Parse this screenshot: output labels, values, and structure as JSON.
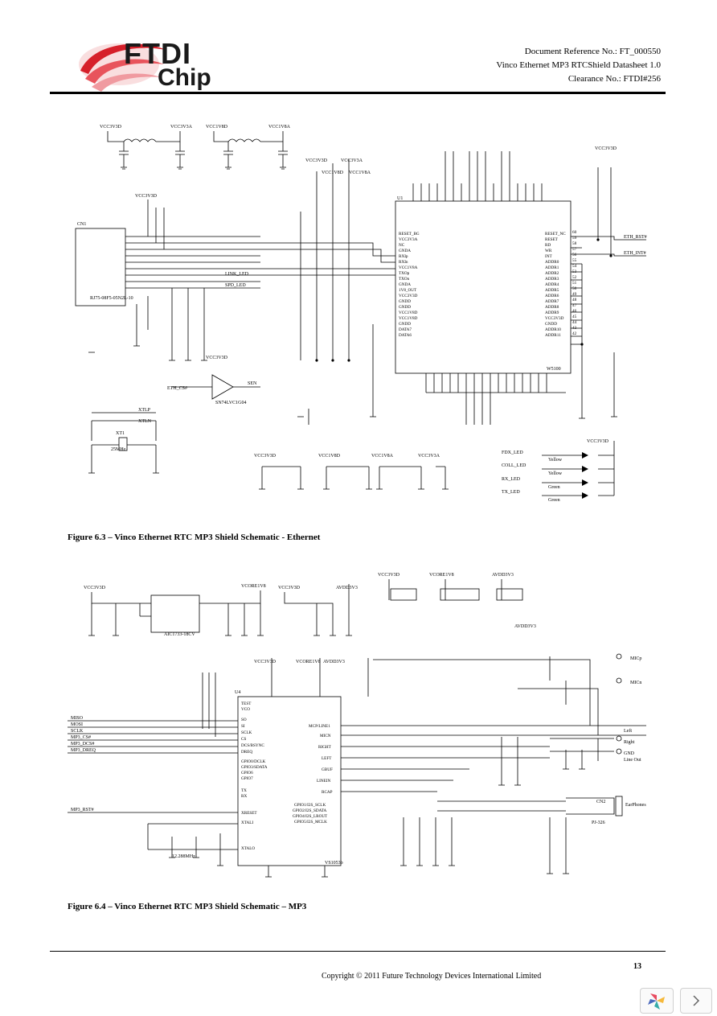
{
  "header": {
    "company": "FTDI",
    "company_sub": "Chip",
    "doc_ref": "Document Reference No.: FT_000550",
    "doc_title": "Vinco Ethernet MP3 RTCShield Datasheet 1.0",
    "clearance": "Clearance No.: FTDI#256"
  },
  "figures": [
    {
      "caption": "Figure 6.3 – Vinco Ethernet RTC MP3 Shield Schematic - Ethernet"
    },
    {
      "caption": "Figure 6.4 – Vinco Ethernet RTC MP3 Shield Schematic – MP3"
    }
  ],
  "eth": {
    "u1_name": "U1",
    "u1_part": "W5100",
    "cn1": "CN1",
    "cn1_part": "RJ75-08F5-05N2L-10",
    "u6_part": "SN74LVC1G04",
    "xtal": "25MHz",
    "xt1": "XT1",
    "power_labels": [
      "VCC3V3D",
      "VCC3V3A",
      "VCC1V8D",
      "VCC1V8A"
    ],
    "nets": [
      "ETH_RST#",
      "ETH_INT#",
      "ETH_CS#",
      "SEN",
      "LINK_LED",
      "SPD_LED",
      "FDX_LED",
      "COLL_LED",
      "RX_LED",
      "TX_LED",
      "XTLP",
      "XTLN"
    ],
    "u1_left_pins": [
      "RESET_BG",
      "VCC3V3A",
      "NC",
      "GNDA",
      "RXIp",
      "RXIn",
      "VCC1V8A",
      "TXOp",
      "TXOn",
      "GNDA",
      "1V8_OUT",
      "VCC3V3D",
      "GNDD",
      "GNDD",
      "VCC1V8D",
      "VCC1V8D",
      "GNDD",
      "DATA7",
      "DATA6"
    ],
    "u1_right_pins": [
      "RESET_NC",
      "RESET",
      "RD",
      "WR",
      "INT",
      "ADDR0",
      "ADDR1",
      "ADDR2",
      "ADDR3",
      "ADDR4",
      "ADDR5",
      "ADDR6",
      "ADDR7",
      "ADDR8",
      "ADDR9",
      "VCC3V3D",
      "GNDD",
      "ADDR10",
      "ADDR11"
    ],
    "u1_right_nums": [
      "60",
      "59",
      "58",
      "57",
      "56",
      "55",
      "54",
      "53",
      "52",
      "51",
      "50",
      "49",
      "48",
      "47",
      "46",
      "45",
      "44",
      "43",
      "42"
    ],
    "led_colors": [
      "Yellow",
      "Yellow",
      "Green",
      "Green"
    ]
  },
  "mp3": {
    "u2_part": "AIC1733-18CV",
    "u4_name": "U4",
    "u4_part": "VS1053b",
    "xt2_freq": "12.288MHz",
    "nets_in": [
      "MISO",
      "MOSI",
      "SCLK",
      "MP3_CS#",
      "MP3_DCS#",
      "MP3_DREQ",
      "MP3_RST#"
    ],
    "u4_left_pins": [
      "TEST",
      "VCO",
      "SO",
      "SI",
      "SCLK",
      "CS",
      "DCS/BSYNC",
      "DREQ",
      "GPIO0/DCLK",
      "GPIO3/SDATA",
      "GPIO6",
      "GPIO7",
      "TX",
      "RX",
      "XRESET",
      "XTALI",
      "XTALO"
    ],
    "u4_right_pins": [
      "MCP/LINE1",
      "MICN",
      "RIGHT",
      "LEFT",
      "GBUF",
      "LINEIN",
      "RCAP",
      "GPIO1/I2S_SCLK",
      "GPIO2/I2S_SDATA",
      "GPIO4/I2S_LROUT",
      "GPIO5/I2S_MCLK"
    ],
    "outputs": [
      "MICp",
      "MICn",
      "Left",
      "Right",
      "GND",
      "Line Out",
      "EarPhones"
    ],
    "cn2": "CN2",
    "cn2_part": "PJ-326",
    "power_labels": [
      "VCC3V3D",
      "VCORE1V8",
      "AVDD3V3"
    ]
  },
  "footer": {
    "page": "13",
    "copyright": "Copyright © 2011 Future Technology Devices International Limited"
  }
}
